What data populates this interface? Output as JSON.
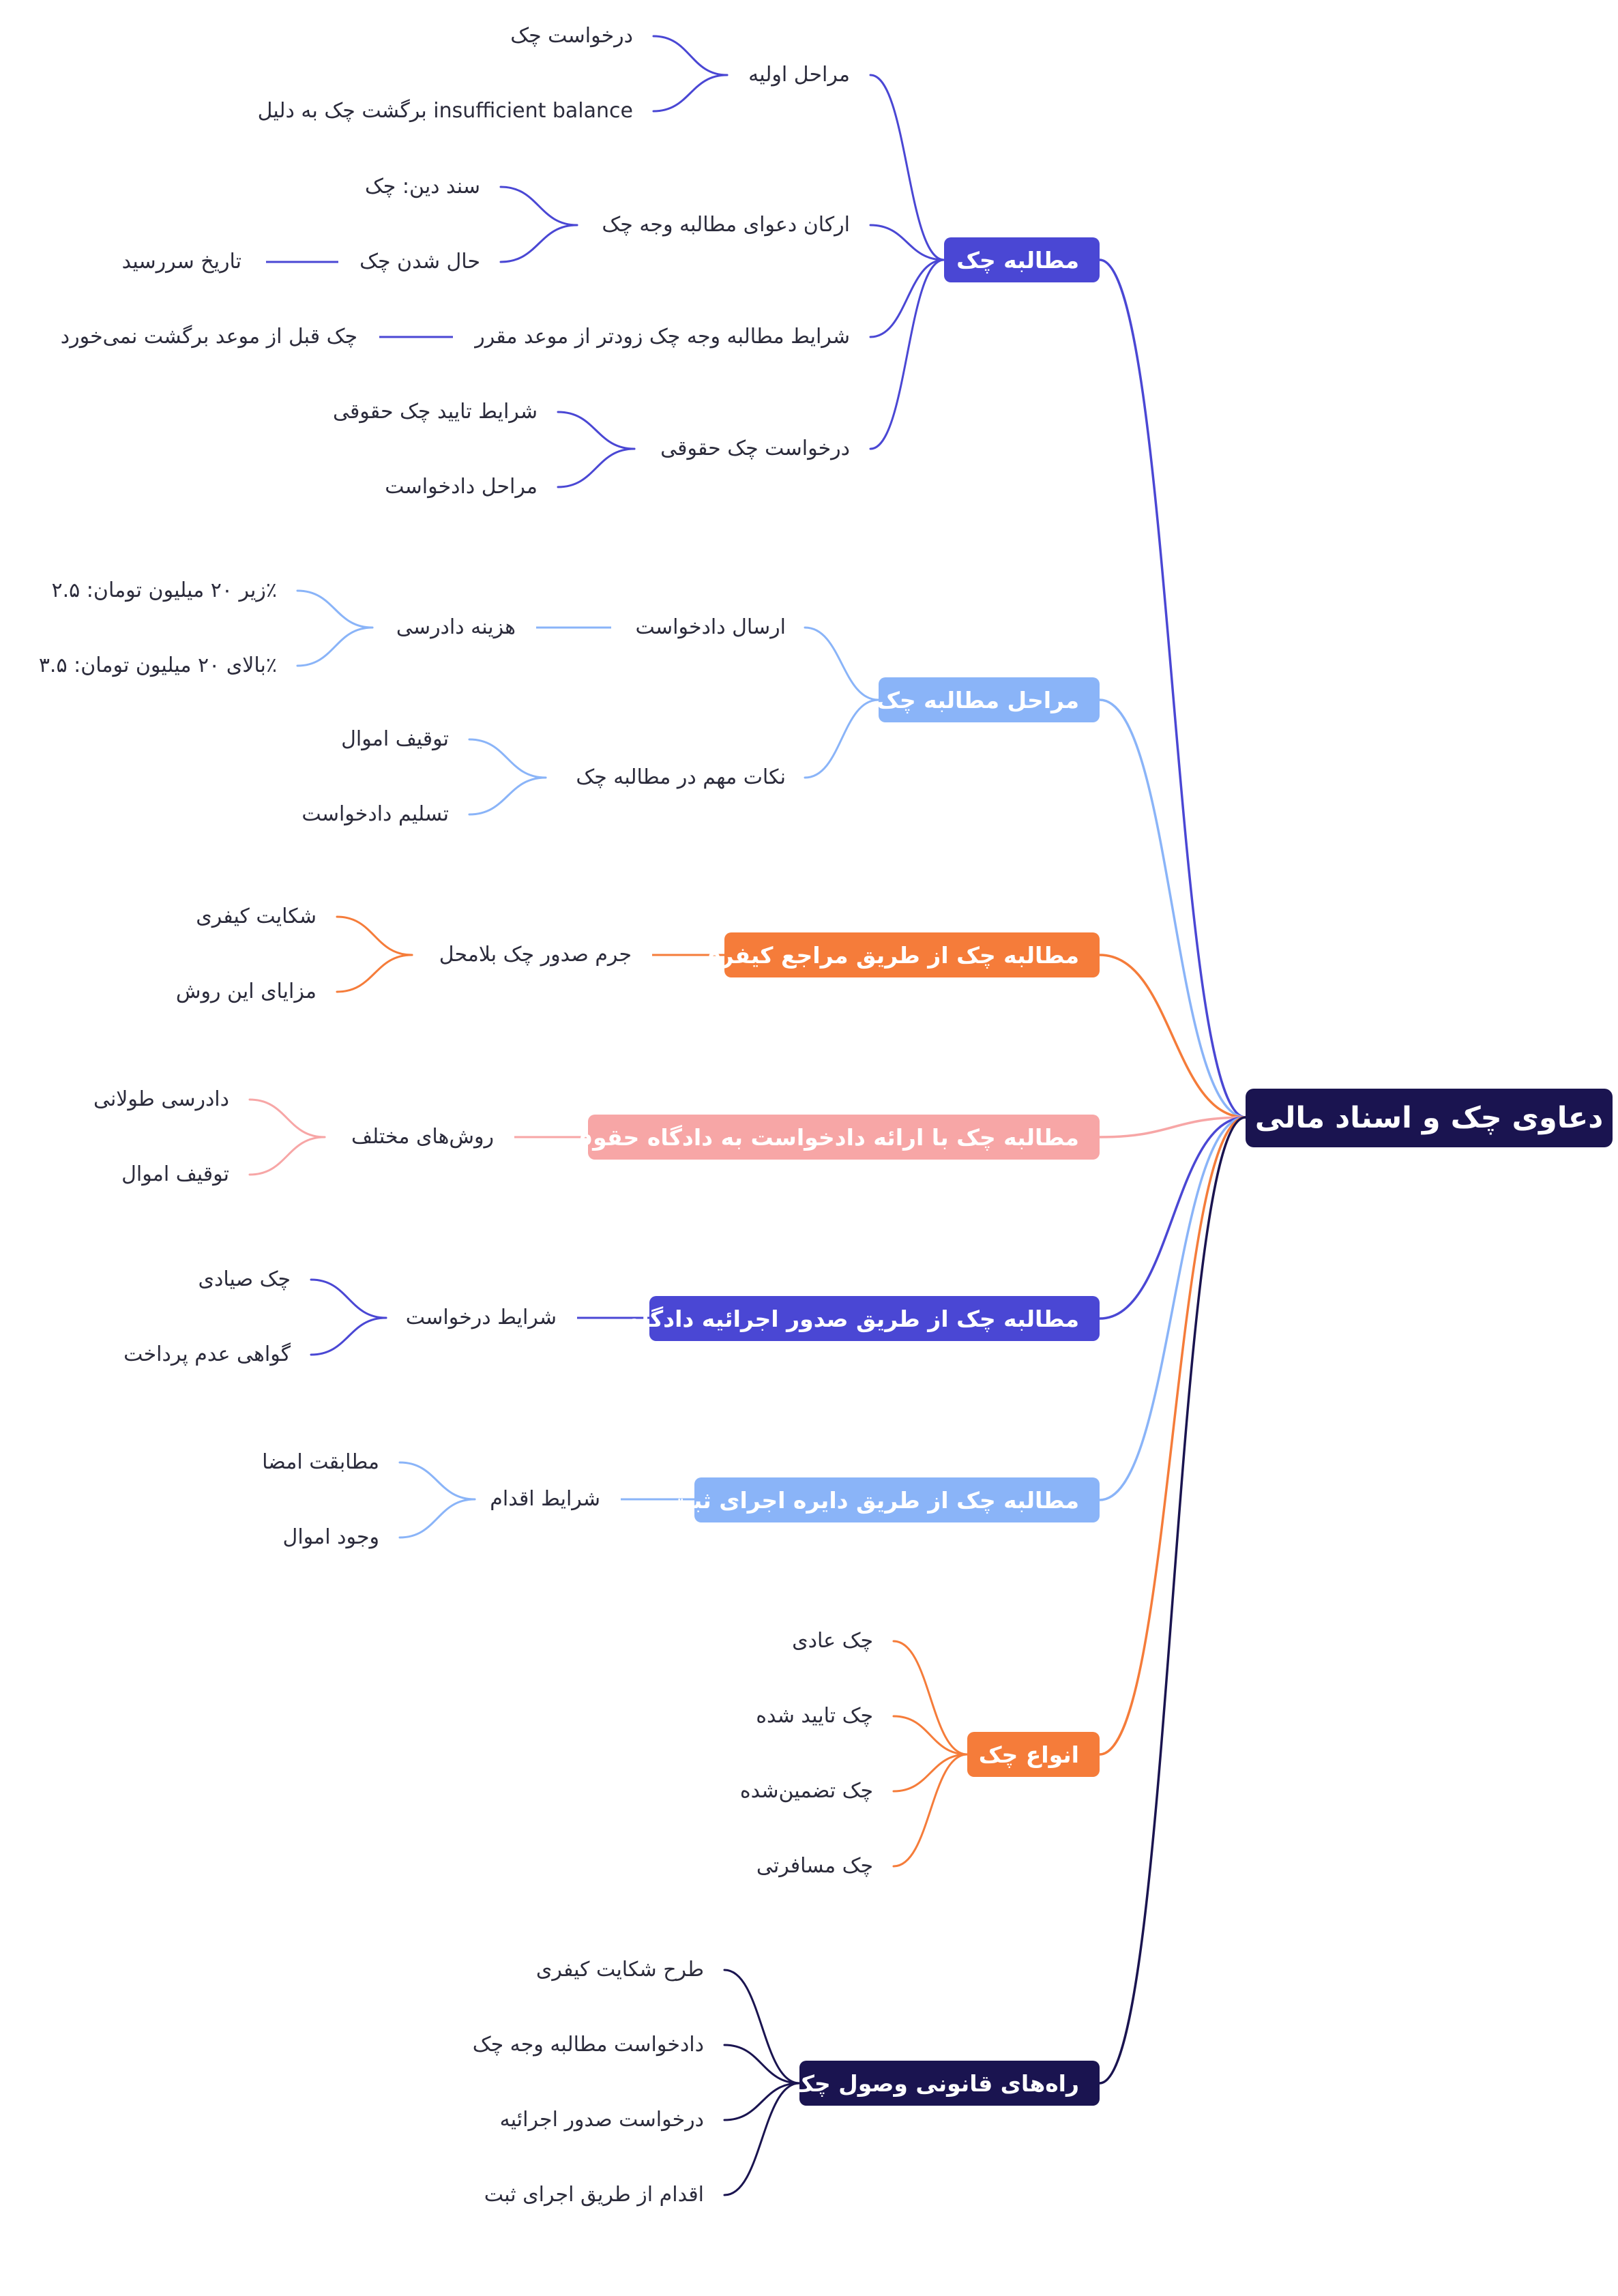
{
  "colors": {
    "navy": "#1a1450",
    "indigo": "#4a47d4",
    "lightblue": "#8ab4f8",
    "orange": "#f57c3a",
    "pink": "#f7a6a6"
  },
  "mindmap": {
    "root": "دعاوی چک و اسناد مالی",
    "branches": [
      {
        "label": "مطالبه چک",
        "color": "indigo",
        "children": [
          {
            "label": "مراحل اولیه",
            "children": [
              {
                "label": "درخواست چک"
              },
              {
                "label": "insufficient balance برگشت چک به دلیل"
              }
            ]
          },
          {
            "label": "ارکان دعوای مطالبه وجه چک",
            "children": [
              {
                "label": "سند دین: چک"
              },
              {
                "label": "حال شدن چک",
                "children": [
                  {
                    "label": "تاریخ سررسید"
                  }
                ]
              }
            ]
          },
          {
            "label": "شرایط مطالبه وجه چک زودتر از موعد مقرر",
            "children": [
              {
                "label": "چک قبل از موعد برگشت نمی‌خورد"
              }
            ]
          },
          {
            "label": "درخواست چک حقوقی",
            "children": [
              {
                "label": "شرایط تایید چک حقوقی"
              },
              {
                "label": "مراحل دادخواست"
              }
            ]
          }
        ]
      },
      {
        "label": "مراحل مطالبه چک",
        "color": "lightblue",
        "children": [
          {
            "label": "ارسال دادخواست",
            "children": [
              {
                "label": "هزینه دادرسی",
                "children": [
                  {
                    "label": "٪زیر ۲۰ میلیون تومان: ۲.۵"
                  },
                  {
                    "label": "٪بالای ۲۰ میلیون تومان: ۳.۵"
                  }
                ]
              }
            ]
          },
          {
            "label": "نکات مهم در مطالبه چک",
            "children": [
              {
                "label": "توقیف اموال"
              },
              {
                "label": "تسلیم دادخواست"
              }
            ]
          }
        ]
      },
      {
        "label": "مطالبه چک از طریق مراجع کیفری",
        "color": "orange",
        "children": [
          {
            "label": "جرم صدور چک بلامحل",
            "children": [
              {
                "label": "شکایت کیفری"
              },
              {
                "label": "مزایای این روش"
              }
            ]
          }
        ]
      },
      {
        "label": "مطالبه چک با ارائه دادخواست به دادگاه حقوقی",
        "color": "pink",
        "children": [
          {
            "label": "روش‌های مختلف",
            "children": [
              {
                "label": "دادرسی طولانی"
              },
              {
                "label": "توقیف اموال"
              }
            ]
          }
        ]
      },
      {
        "label": "مطالبه چک از طریق صدور اجرائیه دادگاه",
        "color": "indigo",
        "children": [
          {
            "label": "شرایط درخواست",
            "children": [
              {
                "label": "چک صیادی"
              },
              {
                "label": "گواهی عدم پرداخت"
              }
            ]
          }
        ]
      },
      {
        "label": "مطالبه چک از طریق دایره اجرای ثبت",
        "color": "lightblue",
        "children": [
          {
            "label": "شرایط اقدام",
            "children": [
              {
                "label": "مطابقت امضا"
              },
              {
                "label": "وجود اموال"
              }
            ]
          }
        ]
      },
      {
        "label": "انواع چک",
        "color": "orange",
        "children": [
          {
            "label": "چک عادی"
          },
          {
            "label": "چک تایید شده"
          },
          {
            "label": "چک تضمین‌شده"
          },
          {
            "label": "چک مسافرتی"
          }
        ]
      },
      {
        "label": "راه‌های قانونی وصول چک",
        "color": "navy",
        "children": [
          {
            "label": "طرح شکایت کیفری"
          },
          {
            "label": "دادخواست مطالبه وجه چک"
          },
          {
            "label": "درخواست صدور اجرائیه"
          },
          {
            "label": "اقدام از طریق اجرای ثبت"
          }
        ]
      }
    ]
  }
}
